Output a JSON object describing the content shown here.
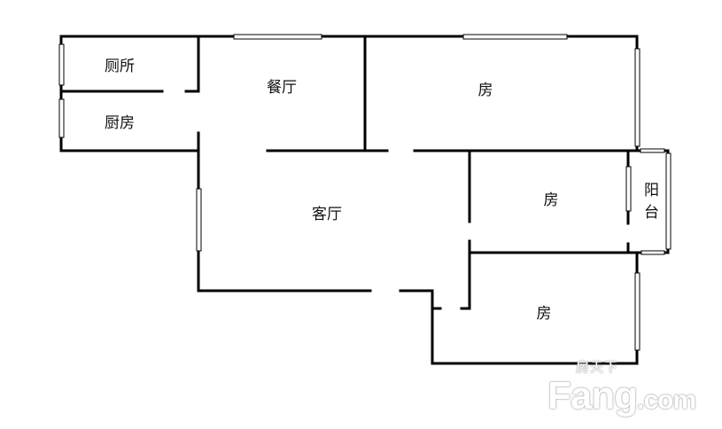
{
  "rooms": {
    "toilet": "厕所",
    "kitchen": "厨房",
    "dining": "餐厅",
    "bedroom_top": "房",
    "living": "客厅",
    "bedroom_middle": "房",
    "balcony": "阳台",
    "bedroom_bottom": "房"
  },
  "watermark": {
    "brand": "Fang",
    "suffix": ".com",
    "chinese": "房天下"
  }
}
